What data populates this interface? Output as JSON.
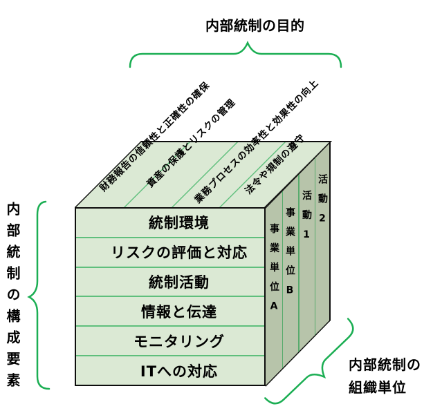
{
  "title_top": "内部統制の目的",
  "left_axis": {
    "label": "内部統制の構成要素"
  },
  "org_axis": {
    "line1": "内部統制の",
    "line2": "組織単位"
  },
  "cube": {
    "objectives": [
      "財務報告の信頼性と正確性の確保",
      "資産の保護とリスクの管理",
      "業務プロセスの効率性と効果性の向上",
      "法令や規制の遵守"
    ],
    "components": [
      "統制環境",
      "リスクの評価と対応",
      "統制活動",
      "情報と伝達",
      "モニタリング",
      "ITへの対応"
    ],
    "org_units": [
      "事業単位A",
      "事業単位B",
      "活動1",
      "活動2"
    ]
  },
  "colors": {
    "brace_green": "#1bae53",
    "divider_green": "#5fbf7c",
    "side_divider_green": "#58ab6d",
    "face_light_green": "#dbe9d4",
    "face_side_green": "#b7c4aa",
    "edge_black": "#0d0d0d",
    "text_black": "#000000"
  }
}
